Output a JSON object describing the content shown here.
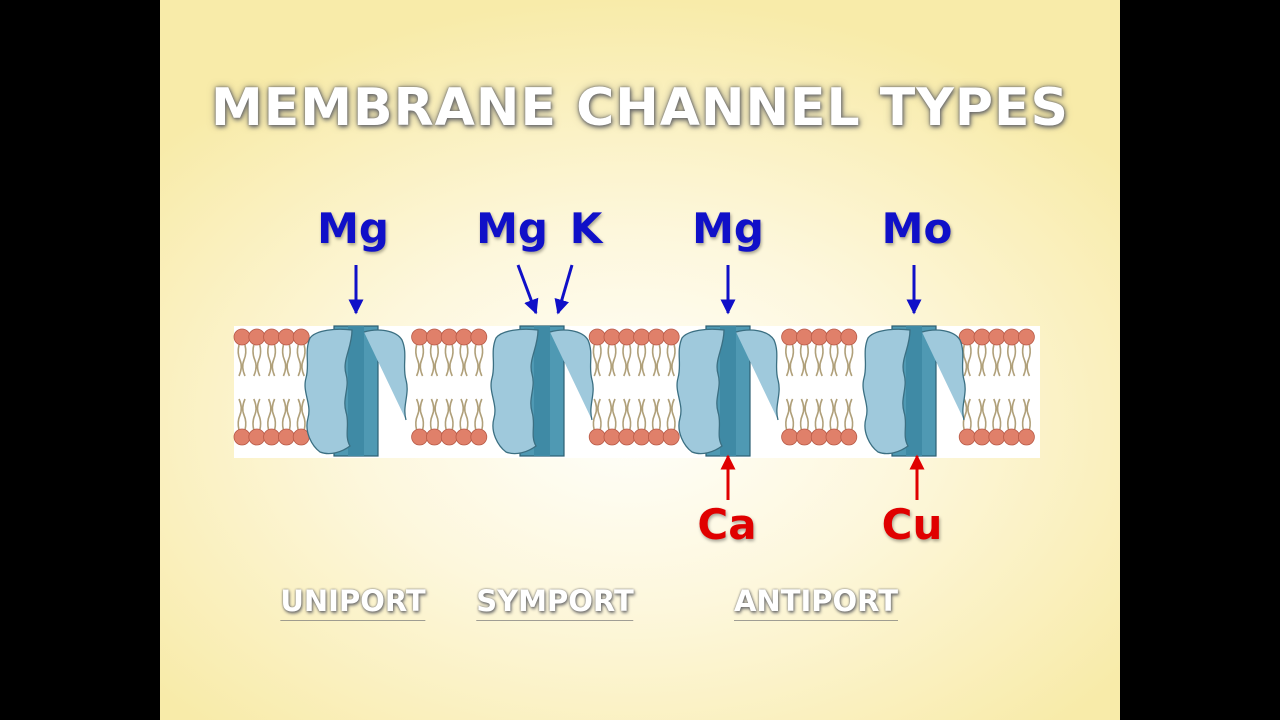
{
  "title": "MEMBRANE CHANNEL TYPES",
  "colors": {
    "inflow_ion": "#1010c8",
    "outflow_ion": "#e00000",
    "lipid_head": "#e0806a",
    "lipid_tail": "#b0a07a",
    "channel_light": "#9fc9dc",
    "channel_dark": "#4f99b3",
    "background": "#fbf1c2"
  },
  "channels": [
    {
      "inflow": [
        "Mg"
      ],
      "outflow": []
    },
    {
      "inflow": [
        "Mg",
        "K"
      ],
      "outflow": []
    },
    {
      "inflow": [
        "Mg"
      ],
      "outflow": [
        "Ca"
      ]
    },
    {
      "inflow": [
        "Mo"
      ],
      "outflow": [
        "Cu"
      ]
    }
  ],
  "labels": {
    "mg1": "Mg",
    "mg2": "Mg",
    "k": "K",
    "mg3": "Mg",
    "mo": "Mo",
    "ca": "Ca",
    "cu": "Cu"
  },
  "transport_types": {
    "uniport": "UNIPORT",
    "symport": "SYMPORT",
    "antiport": "ANTIPORT"
  }
}
